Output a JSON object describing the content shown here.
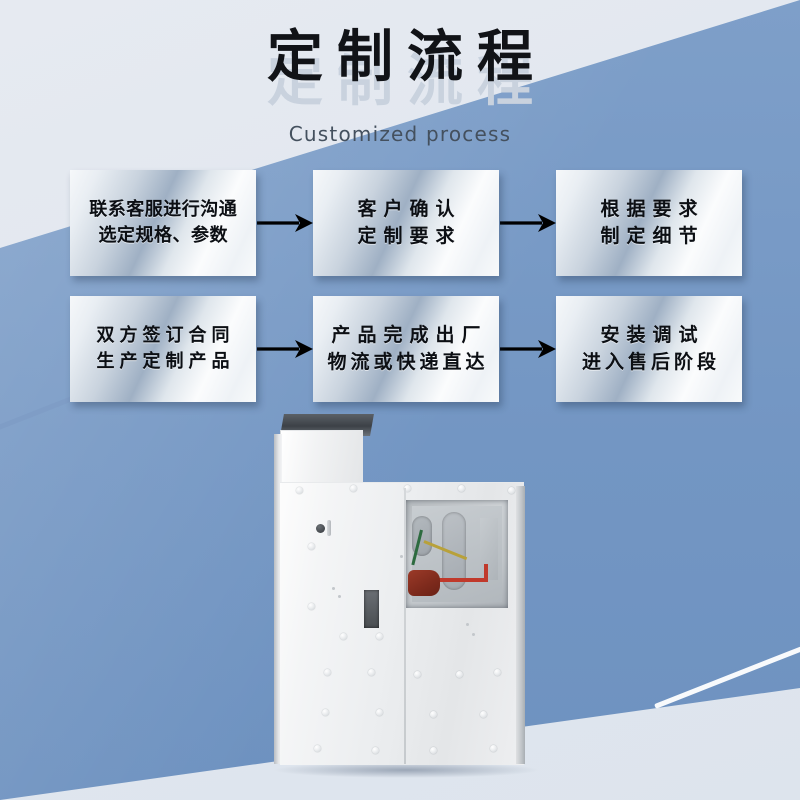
{
  "header": {
    "title": "定制流程",
    "subtitle": "Customized process"
  },
  "colors": {
    "background_light": "#e3e8ef",
    "background_blue": "#7599c4",
    "card_text": "#0c0f14",
    "title": "#111317",
    "title_ghost": "#c9d2de",
    "arrow": "#000000"
  },
  "flow": {
    "rows": [
      {
        "steps": [
          {
            "line1": "联系客服进行沟通",
            "line2": "选定规格、参数",
            "style": "w7"
          },
          {
            "line1": "客户确认",
            "line2": "定制要求",
            "style": "w4"
          },
          {
            "line1": "根据要求",
            "line2": "制定细节",
            "style": "w4"
          }
        ]
      },
      {
        "steps": [
          {
            "line1": "双方签订合同",
            "line2": "生产定制产品",
            "style": "w6"
          },
          {
            "line1": "产品完成出厂",
            "line2": "物流或快递直达",
            "style": "mix"
          },
          {
            "line1": "安装调试",
            "line2": "进入售后阶段",
            "style": "mix"
          }
        ]
      }
    ],
    "arrow_icon": "arrow-right-icon"
  },
  "product": {
    "caption": "",
    "alt": "电气开关柜 / switchgear cabinet"
  }
}
